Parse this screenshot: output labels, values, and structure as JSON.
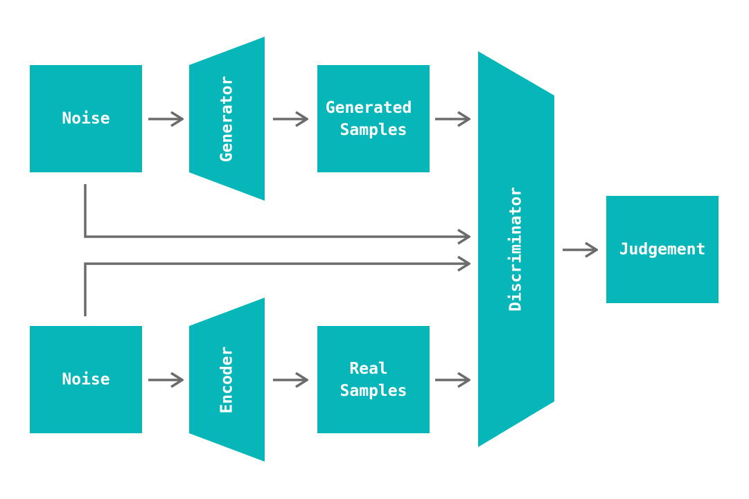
{
  "colors": {
    "node": "#07b6b8",
    "arrow": "#6b6b6b",
    "text": "#ffffff"
  },
  "nodes": {
    "noise_top": "Noise",
    "generator": "Generator",
    "generated_samples": [
      "Generated",
      "Samples"
    ],
    "noise_bottom": "Noise",
    "encoder": "Encoder",
    "real_samples": [
      "Real",
      "Samples"
    ],
    "discriminator": "Discriminator",
    "judgement": "Judgement"
  }
}
